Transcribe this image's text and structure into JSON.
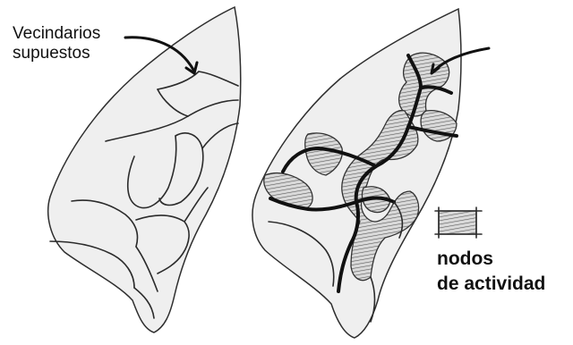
{
  "labels": {
    "supposed_neighborhoods_line1": "Vecindarios",
    "supposed_neighborhoods_line2": "supuestos",
    "activity_nodes_line1": "nodos",
    "activity_nodes_line2": "de actividad"
  },
  "colors": {
    "ink": "#111111",
    "cell_fill": "#efefef",
    "hatch": "#555555"
  }
}
